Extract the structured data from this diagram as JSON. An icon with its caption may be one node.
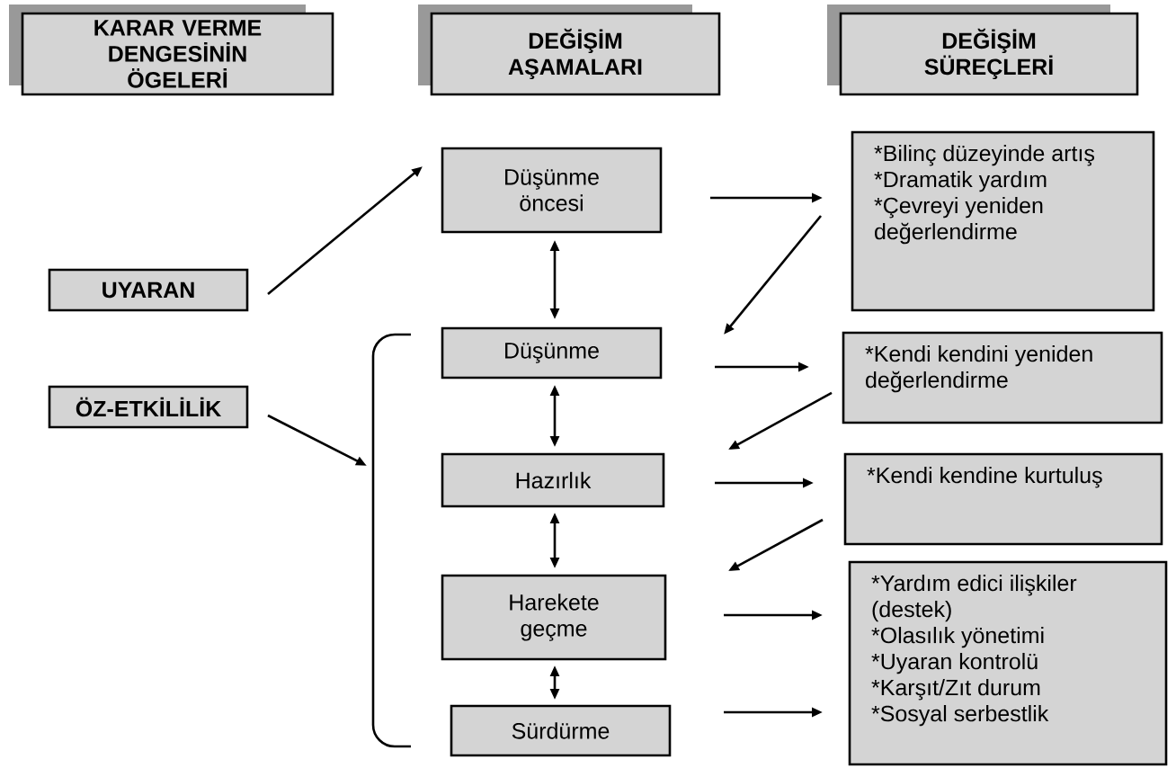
{
  "diagram": {
    "nodes": [
      {
        "text": [
          "KARAR VERME DENGESİNİN ÖGELERİ"
        ]
      },
      {
        "text": [
          "DEĞİŞİM AŞAMALARI"
        ]
      },
      {
        "text": [
          "DEĞİŞİM SÜREÇLERİ"
        ]
      },
      {
        "text": [
          "UYARAN"
        ]
      },
      {
        "text": [
          "ÖZ-ETKİLİLİK"
        ]
      },
      {
        "text": [
          "Düşünme öncesi"
        ]
      },
      {
        "text": [
          "Düşünme"
        ]
      },
      {
        "text": [
          "Hazırlık"
        ]
      },
      {
        "text": [
          "Harekete geçme"
        ]
      },
      {
        "text": [
          "Sürdürme"
        ]
      },
      {
        "text": [
          "*Bilinç düzeyinde artış",
          "*Dramatik yardım",
          "*Çevreyi yeniden değerlendirme"
        ]
      },
      {
        "text": [
          "*Kendi kendini yeniden değerlendirme"
        ]
      },
      {
        "text": [
          "*Kendi kendine kurtuluş"
        ]
      },
      {
        "text": [
          "*Yardım edici ilişkiler (destek)",
          "*Olasılık yönetimi",
          "*Uyaran kontrolü",
          "*Karşıt/Zıt durum",
          "*Sosyal serbestlik"
        ]
      },
      {
        "text": [],
        "shape": "bracket"
      }
    ],
    "edges": [
      {
        "from": 3,
        "to": 5,
        "arrow": "to"
      },
      {
        "from": 4,
        "to": 14,
        "arrow": "to"
      },
      {
        "from": 5,
        "to": 6,
        "arrow": "both"
      },
      {
        "from": 6,
        "to": 7,
        "arrow": "both"
      },
      {
        "from": 7,
        "to": 8,
        "arrow": "both"
      },
      {
        "from": 8,
        "to": 9,
        "arrow": "both"
      },
      {
        "from": 5,
        "to": 10,
        "arrow": "to"
      },
      {
        "from": 10,
        "to": 6,
        "arrow": "to"
      },
      {
        "from": 6,
        "to": 11,
        "arrow": "to"
      },
      {
        "from": 11,
        "to": 7,
        "arrow": "to"
      },
      {
        "from": 7,
        "to": 12,
        "arrow": "to"
      },
      {
        "from": 12,
        "to": 8,
        "arrow": "to"
      },
      {
        "from": 8,
        "to": 13,
        "arrow": "to"
      },
      {
        "from": 9,
        "to": 13,
        "arrow": "to"
      }
    ]
  }
}
